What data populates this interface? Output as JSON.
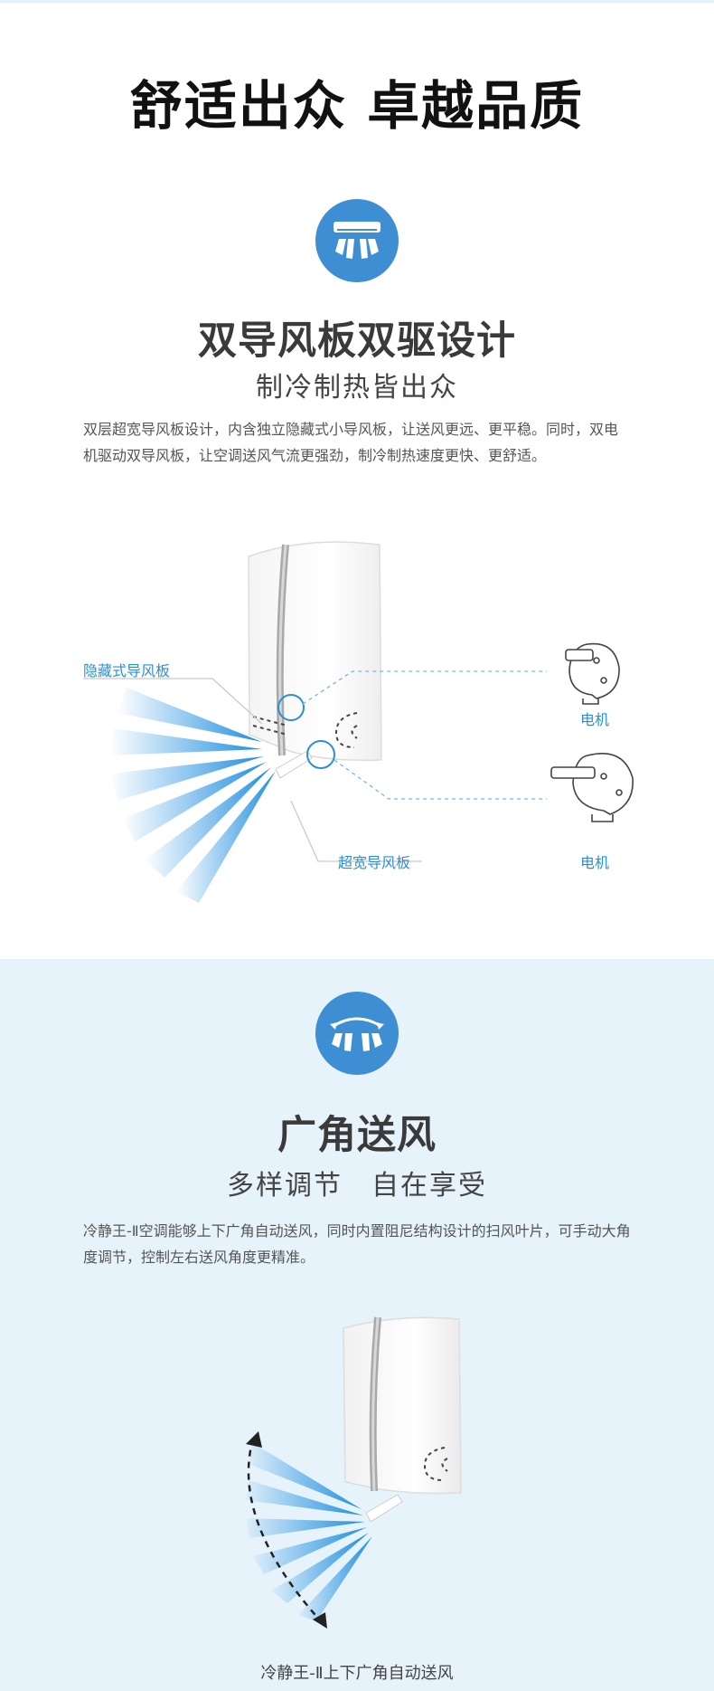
{
  "headline": "舒适出众 卓越品质",
  "section1": {
    "icon": "ac-airflow-icon",
    "title": "双导风板双驱设计",
    "subtitle": "制冷制热皆出众",
    "description": "双层超宽导风板设计，内含独立隐藏式小导风板，让送风更远、更平稳。同时，双电机驱动双导风板，让空调送风气流更强劲，制冷制热速度更快、更舒适。",
    "label_hidden_vane": "隐藏式导风板",
    "label_wide_vane": "超宽导风板",
    "label_motor_1": "电机",
    "label_motor_2": "电机"
  },
  "section2": {
    "icon": "wide-angle-airflow-icon",
    "title": "广角送风",
    "subtitle": "多样调节　自在享受",
    "description": "冷静王-Ⅱ空调能够上下广角自动送风，同时内置阻尼结构设计的扫风叶片，可手动大角度调节，控制左右送风角度更精准。",
    "caption": "冷静王-Ⅱ上下广角自动送风"
  },
  "colors": {
    "accent": "#3e8ed3",
    "label_blue": "#2b8fd6",
    "section2_bg": "#e6f3fb"
  }
}
